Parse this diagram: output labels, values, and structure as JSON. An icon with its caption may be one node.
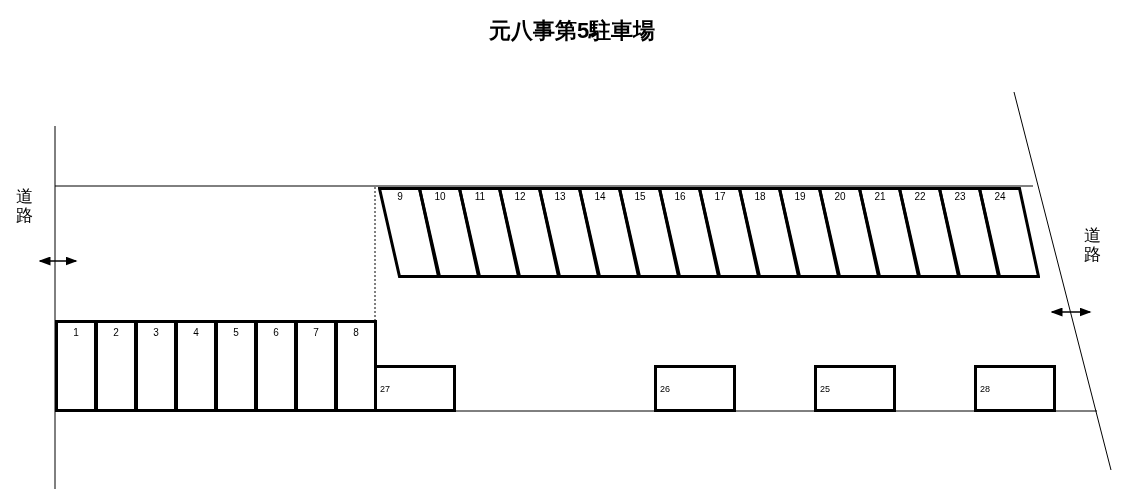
{
  "diagram": {
    "title": "元八事第5駐車場",
    "nodes": [
      {
        "text": [
          "1"
        ]
      },
      {
        "text": [
          "2"
        ]
      },
      {
        "text": [
          "3"
        ]
      },
      {
        "text": [
          "4"
        ]
      },
      {
        "text": [
          "5"
        ]
      },
      {
        "text": [
          "6"
        ]
      },
      {
        "text": [
          "7"
        ]
      },
      {
        "text": [
          "8"
        ]
      },
      {
        "text": [
          "9"
        ]
      },
      {
        "text": [
          "10"
        ]
      },
      {
        "text": [
          "11"
        ]
      },
      {
        "text": [
          "12"
        ]
      },
      {
        "text": [
          "13"
        ]
      },
      {
        "text": [
          "14"
        ]
      },
      {
        "text": [
          "15"
        ]
      },
      {
        "text": [
          "16"
        ]
      },
      {
        "text": [
          "17"
        ]
      },
      {
        "text": [
          "18"
        ]
      },
      {
        "text": [
          "19"
        ]
      },
      {
        "text": [
          "20"
        ]
      },
      {
        "text": [
          "21"
        ]
      },
      {
        "text": [
          "22"
        ]
      },
      {
        "text": [
          "23"
        ]
      },
      {
        "text": [
          "24"
        ]
      },
      {
        "text": [
          "27"
        ]
      },
      {
        "text": [
          "26"
        ]
      },
      {
        "text": [
          "25"
        ]
      },
      {
        "text": [
          "28"
        ]
      }
    ],
    "labels": [
      "道路",
      "道路"
    ]
  }
}
